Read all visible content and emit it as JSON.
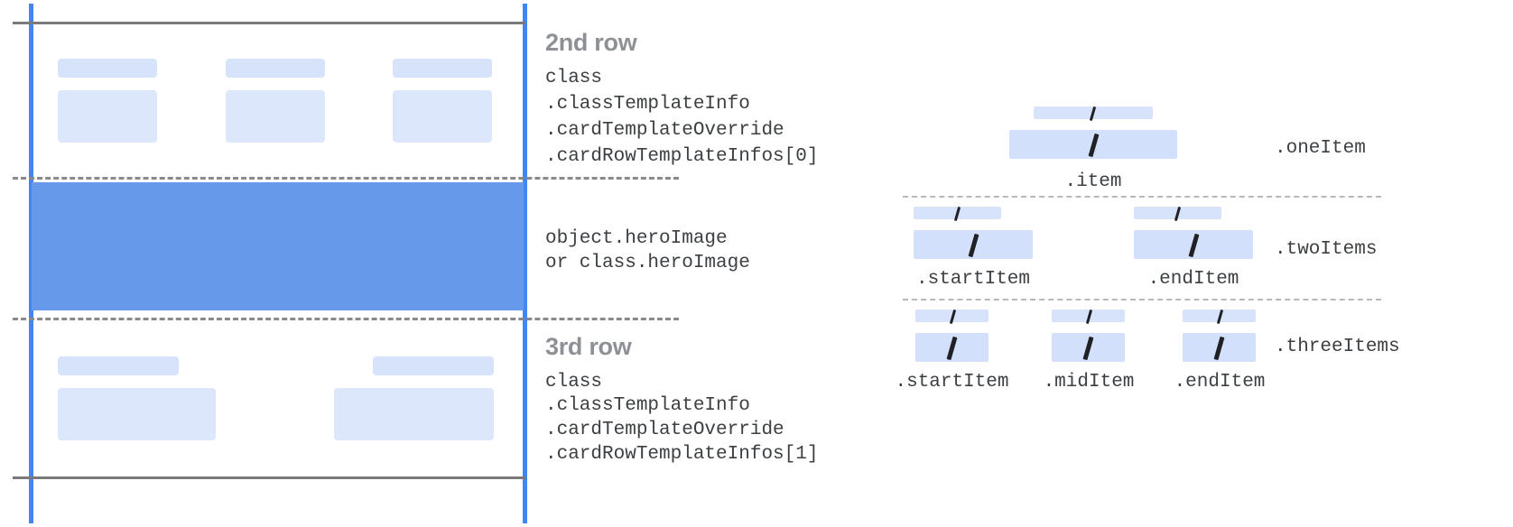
{
  "diagram": {
    "title_hidden": "",
    "colors": {
      "accent_blue": "#4285f4",
      "hero_blue": "#6699ea",
      "chip_blue": "#d7e3fb",
      "rule_gray": "#7a7a7a",
      "title_gray": "#8d9196",
      "code_gray": "#3c4043"
    }
  },
  "left_panel": {
    "rows": [
      {
        "title": "2nd row",
        "code_lines": [
          "class",
          ".classTemplateInfo",
          ".cardTemplateOverride",
          ".cardRowTemplateInfos[0]"
        ]
      },
      {
        "title": "",
        "code_lines": [
          "object.heroImage",
          "or class.heroImage"
        ]
      },
      {
        "title": "3rd row",
        "code_lines": [
          "class",
          ".classTemplateInfo",
          ".cardTemplateOverride",
          ".cardRowTemplateInfos[1]"
        ]
      }
    ]
  },
  "right_panel": {
    "groups": [
      {
        "name": ".oneItem",
        "slots": [
          {
            "label": ".item",
            "glyph": "/"
          }
        ]
      },
      {
        "name": ".twoItems",
        "slots": [
          {
            "label": ".startItem",
            "glyph": "/"
          },
          {
            "label": ".endItem",
            "glyph": "/"
          }
        ]
      },
      {
        "name": ".threeItems",
        "slots": [
          {
            "label": ".startItem",
            "glyph": "/"
          },
          {
            "label": ".midItem",
            "glyph": "/"
          },
          {
            "label": ".endItem",
            "glyph": "/"
          }
        ]
      }
    ]
  }
}
